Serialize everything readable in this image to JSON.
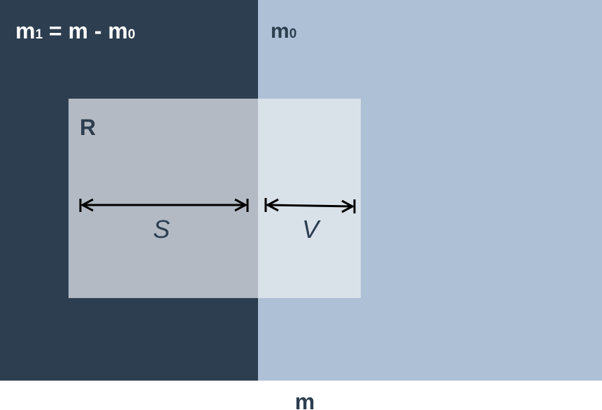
{
  "diagram": {
    "regions": {
      "m1": {
        "label_main": "m",
        "label_sub": "1",
        "label_eq": " = m - m",
        "label_eq_sub": "0"
      },
      "m0": {
        "label_main": "m",
        "label_sub": "0"
      },
      "total": {
        "label": "m"
      }
    },
    "rejected": {
      "label": "R"
    },
    "spans": {
      "s": {
        "label": "S"
      },
      "v": {
        "label": "V"
      }
    },
    "colors": {
      "m1_fill": "#2d3e50",
      "m0_fill": "#aec0d6",
      "r_overlay": "#ffffff",
      "arrow": "#000000",
      "text_light": "#ffffff",
      "text_dark": "#2d3e50"
    }
  }
}
